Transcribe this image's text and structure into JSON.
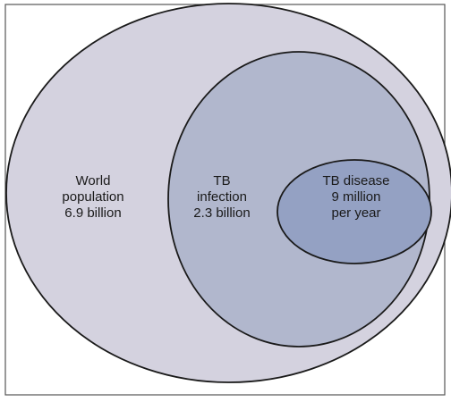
{
  "diagram": {
    "type": "nested-ellipses",
    "sets": [
      {
        "id": "world",
        "lines": [
          "World",
          "population",
          "6.9 billion"
        ],
        "fill": "#d4d2df"
      },
      {
        "id": "infection",
        "lines": [
          "TB",
          "infection",
          "2.3 billion"
        ],
        "fill": "#b1b7cd"
      },
      {
        "id": "disease",
        "lines": [
          "TB disease",
          "9 million",
          "per year"
        ],
        "fill": "#94a1c3"
      }
    ],
    "stroke_color": "#1a1a1a",
    "frame_color": "#555555"
  }
}
